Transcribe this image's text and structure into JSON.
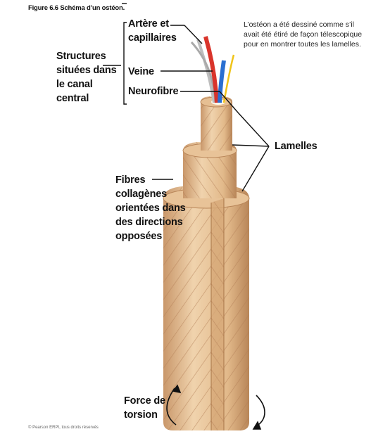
{
  "figure": {
    "caption": "Figure 6.6  Schéma d’un ostéon.",
    "note": "L’ostéon a été dessiné comme s’il avait été étiré de façon télescopique pour en montrer toutes les lamelles.",
    "copyright": "© Pearson ERPI, tous droits réservés"
  },
  "labels": {
    "artere_line1": "Artère et",
    "artere_line2": "capillaires",
    "structures_line1": "Structures",
    "structures_line2": "situées dans",
    "structures_line3": "le canal",
    "structures_line4": "central",
    "veine": "Veine",
    "neurofibre": "Neurofibre",
    "lamelles": "Lamelles",
    "fibres_line1": "Fibres",
    "fibres_line2": "collagènes",
    "fibres_line3": "orientées dans",
    "fibres_line4": "des directions",
    "fibres_line5": "opposées",
    "force_line1": "Force de",
    "force_line2": "torsion"
  },
  "colors": {
    "bone_light": "#f0d3ad",
    "bone_mid": "#e2b98a",
    "bone_dark": "#c9976a",
    "fiber_stripe": "#b07c54",
    "artery": "#d9342b",
    "vein": "#2a6fd1",
    "nerve": "#f0c419",
    "capillary": "#b9b9b9"
  }
}
